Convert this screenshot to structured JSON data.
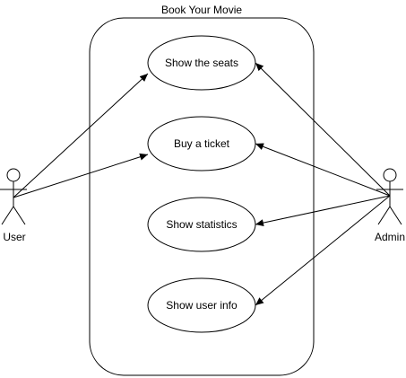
{
  "diagram": {
    "system_title": "Book Your Movie",
    "actors": {
      "user": {
        "label": "User"
      },
      "admin": {
        "label": "Admin"
      }
    },
    "use_cases": {
      "show_seats": {
        "label": "Show the seats"
      },
      "buy_ticket": {
        "label": "Buy a ticket"
      },
      "show_statistics": {
        "label": "Show statistics"
      },
      "show_user_info": {
        "label": "Show user info"
      }
    },
    "associations": [
      {
        "from": "User",
        "to": "Show the seats"
      },
      {
        "from": "User",
        "to": "Buy a ticket"
      },
      {
        "from": "Admin",
        "to": "Show the seats"
      },
      {
        "from": "Admin",
        "to": "Buy a ticket"
      },
      {
        "from": "Admin",
        "to": "Show statistics"
      },
      {
        "from": "Admin",
        "to": "Show user info"
      }
    ]
  }
}
